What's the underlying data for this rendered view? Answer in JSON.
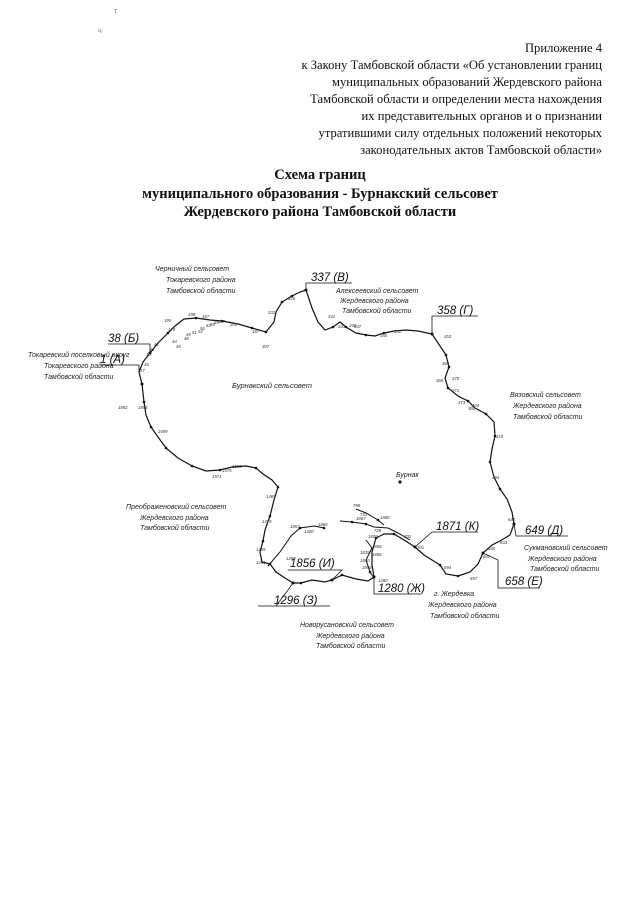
{
  "scan_marks": [
    "т",
    "ч"
  ],
  "appendix": {
    "lines": [
      "Приложение 4",
      "к Закону Тамбовской области «Об установлении границ",
      "муниципальных образований Жердевского района",
      "Тамбовской области и определении места нахождения",
      "их представительных органов и о признании",
      "утратившими силу отдельных положений некоторых",
      "законодательных актов Тамбовской области»"
    ]
  },
  "title": {
    "line1": "Схема границ",
    "line2": "муниципального образования - Бурнакский сельсовет",
    "line3": "Жердевского района Тамбовской области"
  },
  "map": {
    "center_label": "Бурнакский сельсовет",
    "village_label": "Бурнак",
    "neighbors": {
      "chernichny": [
        "Черничный сельсовет",
        "Токаревского района",
        "Тамбовской области"
      ],
      "alekseevsky": [
        "Алексеевский сельсовет",
        "Жердевского района",
        "Тамбовской области"
      ],
      "tokarevsky": [
        "Токаревский поселковый округ",
        "Токаревского района",
        "Тамбовской области"
      ],
      "vyazovsky": [
        "Вязовский сельсовет",
        "Жердевского района",
        "Тамбовской области"
      ],
      "preobrazhenovsky": [
        "Преображеновский сельсовет",
        "Жердевского района",
        "Тамбовской области"
      ],
      "sukmanovsky": [
        "Сукмановский сельсовет",
        "Жердевского района",
        "Тамбовской области"
      ],
      "zherdevka": [
        "г. Жердевка",
        "Жердевского района",
        "Тамбовской области"
      ],
      "novorusanovsky": [
        "Новорусановский сельсовет",
        "Жердевского района",
        "Тамбовской области"
      ]
    },
    "nodes": {
      "n337": "337 (В)",
      "n358": "358 (Г)",
      "n38": "38 (Б)",
      "n1": "1 (А)",
      "n1871": "1871 (К)",
      "n649": "649 (Д)",
      "n658": "658 (Е)",
      "n1856": "1856 (И)",
      "n1280": "1280 (Ж)",
      "n1296": "1296 (З)"
    },
    "point_labels": [
      "195",
      "198",
      "167",
      "170",
      "202",
      "187",
      "307",
      "326",
      "332",
      "341",
      "343",
      "346",
      "347",
      "350",
      "351",
      "353",
      "365",
      "369",
      "370",
      "371",
      "373",
      "380",
      "404",
      "415",
      "484",
      "642",
      "633",
      "640",
      "641",
      "657",
      "694",
      "701",
      "702",
      "728",
      "731",
      "788",
      "1280",
      "1289",
      "1300",
      "1455",
      "1461",
      "1465",
      "1475",
      "1571",
      "1575",
      "1585",
      "1699",
      "1806",
      "1808",
      "1809",
      "1835",
      "1840",
      "1856",
      "1857",
      "1866",
      "1867",
      "1880",
      "1892",
      "1896",
      "16",
      "17",
      "18",
      "41",
      "42",
      "44",
      "45",
      "48",
      "49",
      "51",
      "54",
      "56",
      "62",
      "85",
      "89",
      "117"
    ]
  }
}
